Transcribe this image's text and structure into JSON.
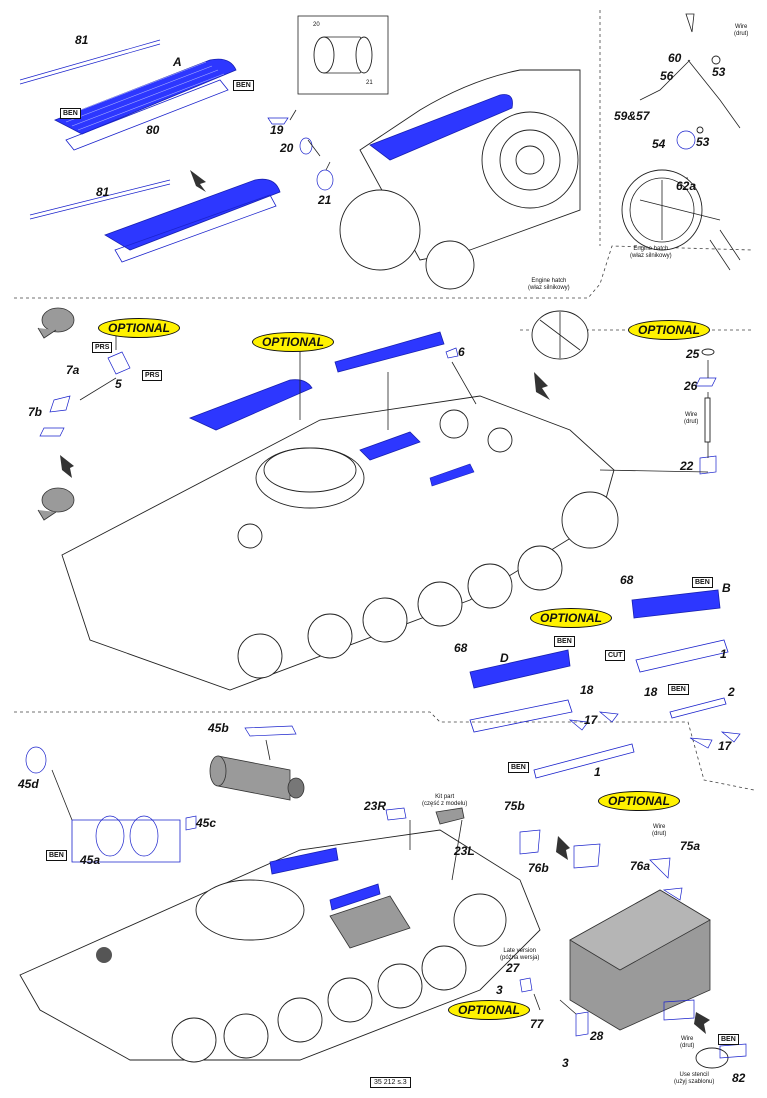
{
  "labels": {
    "p81a": "81",
    "pA": "A",
    "p80": "80",
    "p81b": "81",
    "p19": "19",
    "p20": "20",
    "p21": "21",
    "d20": "20",
    "d21": "21",
    "p60": "60",
    "p56": "56",
    "p53a": "53",
    "p5957": "59&57",
    "p54": "54",
    "p53b": "53",
    "p62a": "62a",
    "p7a": "7a",
    "p5": "5",
    "p7b": "7b",
    "p6": "6",
    "p25": "25",
    "p26": "26",
    "p22": "22",
    "p68a": "68",
    "pB": "B",
    "p1a": "1",
    "p68b": "68",
    "pD": "D",
    "p18a": "18",
    "p18b": "18",
    "p2": "2",
    "p17a": "17",
    "p17b": "17",
    "p1b": "1",
    "p45b": "45b",
    "p45d": "45d",
    "p45c": "45c",
    "p45a": "45a",
    "p23R": "23R",
    "p23L": "23L",
    "p75b": "75b",
    "p76b": "76b",
    "p75a": "75a",
    "p76a": "76a",
    "p27": "27",
    "p3a": "3",
    "p77": "77",
    "p28": "28",
    "p3b": "3",
    "p82": "82"
  },
  "notes": {
    "wire1": "Wire\n(drut)",
    "engine_hatch_1": "Engine hatch\n(właz silnikowy)",
    "engine_hatch_2": "Engine hatch\n(właz silnikowy)",
    "wire2": "Wire\n(drut)",
    "kit_part": "Kit part\n(część z modelu)",
    "wire3": "Wire\n(drut)",
    "late_version": "Late version\n(późna wersja)",
    "wire4": "Wire\n(drut)",
    "use_stencil": "Use stencil\n(użyj szablonu)"
  },
  "tags": {
    "ben1": "BEN",
    "ben2": "BEN",
    "prs1": "PRS",
    "prs2": "PRS",
    "ben3": "BEN",
    "cut": "CUT",
    "ben4": "BEN",
    "ben5": "BEN",
    "ben6": "BEN",
    "ben7": "BEN",
    "ben8": "BEN"
  },
  "optional": {
    "o1": "OPTIONAL",
    "o2": "OPTIONAL",
    "o3": "OPTIONAL",
    "o4": "OPTIONAL",
    "o5": "OPTIONAL",
    "o6": "OPTIONAL"
  },
  "footer": "35 212  s.3",
  "colors": {
    "etch": "#2d37ff",
    "optional_fill": "#fff200",
    "kit_grey": "#9a9a9a"
  }
}
